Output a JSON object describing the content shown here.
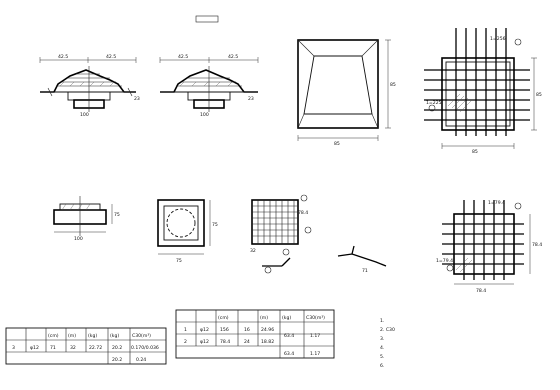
{
  "views": {
    "pier_section": {
      "title": "",
      "dims": [
        "42.5",
        "42.5",
        "23",
        "100"
      ]
    },
    "pier_section_small": {
      "dims": [
        "42.5",
        "42.5",
        "23",
        "100"
      ]
    },
    "gap": {
      "label": ""
    },
    "taper": {
      "title": "",
      "dims": [
        "85",
        "85"
      ]
    },
    "plan1": {
      "title": "",
      "dims": [
        "85",
        "85"
      ],
      "callouts": [
        "1=256",
        "1=225"
      ]
    },
    "plan2": {
      "title": "",
      "dims": [
        "78.4",
        "78.4"
      ],
      "callouts": [
        "1=79.4",
        "1=79.4"
      ]
    },
    "elev": {
      "title": "",
      "dims": [
        "100",
        "75"
      ]
    },
    "square": {
      "title": "",
      "dims": [
        "75",
        "75"
      ]
    },
    "grid": {
      "title": "",
      "dims": [
        "78.4",
        "32",
        "71"
      ]
    },
    "note_ref": {
      "label": ""
    }
  },
  "table1": {
    "title": "",
    "headers": [
      "",
      "",
      "(cm)",
      "(m)",
      "(kg)",
      "(kg)",
      "C30(m³)"
    ],
    "row": [
      "3",
      "φ12",
      "71",
      "32",
      "22.72",
      "20.2",
      "0.170/0.036"
    ],
    "total": [
      "",
      "",
      "20.2",
      "0.24"
    ]
  },
  "table2": {
    "title": "",
    "headers": [
      "",
      "",
      "(cm)",
      "",
      "(m)",
      "(kg)",
      "C30(m³)"
    ],
    "rows": [
      [
        "1",
        "φ12",
        "156",
        "16",
        "24.96",
        "",
        ""
      ],
      [
        "2",
        "φ12",
        "78.4",
        "24",
        "18.82",
        "63.4",
        "1.17"
      ]
    ],
    "total": [
      "",
      "63.4",
      "1.17"
    ]
  },
  "notes": {
    "label": "",
    "lines": [
      "1.",
      "2. C30",
      "3.",
      "4.",
      "5.",
      "6."
    ]
  }
}
